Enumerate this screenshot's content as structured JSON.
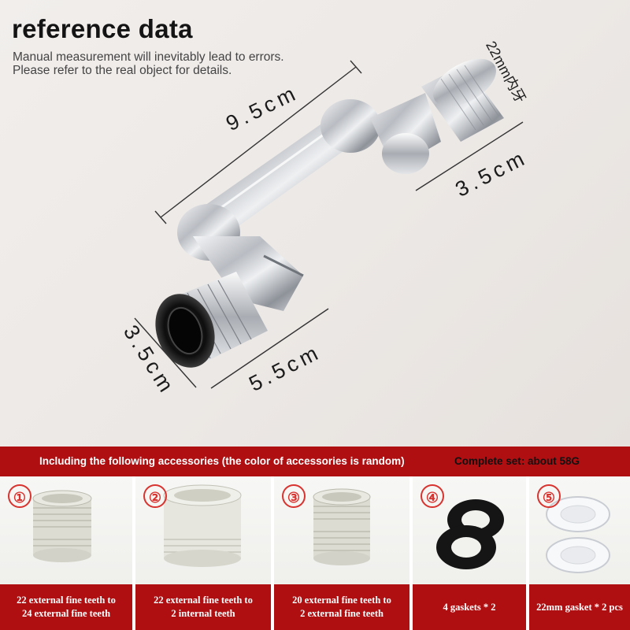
{
  "header": {
    "title": "reference data",
    "note_line1": "Manual measurement will inevitably lead to errors.",
    "note_line2": "Please refer to the real object for details."
  },
  "dimensions": {
    "length": "9.5cm",
    "thread": "22mm内牙",
    "top_height": "3.5cm",
    "bottom_diameter": "3.5cm",
    "bottom_length": "5.5cm"
  },
  "banner": {
    "text": "Including the following accessories (the color of accessories is random)",
    "weight": "Complete set: about 58G"
  },
  "accessories": [
    {
      "number": "①",
      "line1": "22 external fine teeth to",
      "line2": "24 external fine teeth"
    },
    {
      "number": "②",
      "line1": "22 external fine teeth to",
      "line2": "2 internal teeth"
    },
    {
      "number": "③",
      "line1": "20 external fine teeth to",
      "line2": "2 external fine teeth"
    },
    {
      "number": "④",
      "line1": "4 gaskets * 2",
      "line2": ""
    },
    {
      "number": "⑤",
      "line1": "22mm gasket * 2 pcs",
      "line2": ""
    }
  ],
  "colors": {
    "banner_red": "#b00f12",
    "number_red": "#d9332f",
    "chrome": "#c9cbcf",
    "gasket_black": "#151515"
  }
}
